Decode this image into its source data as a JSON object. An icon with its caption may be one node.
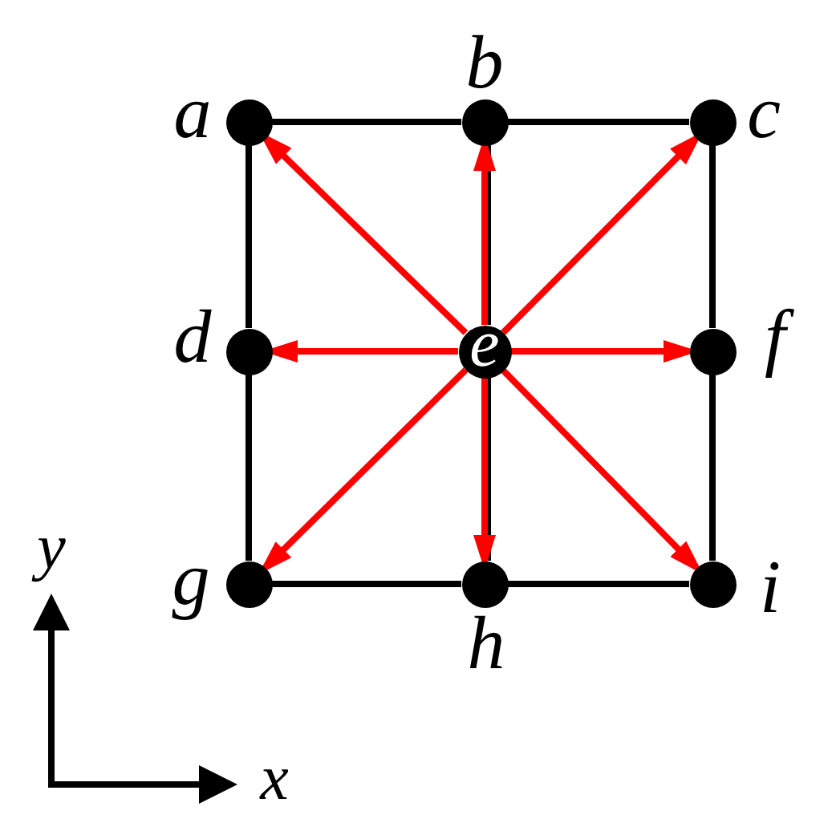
{
  "diagram": {
    "nodes": [
      {
        "text": [],
        "shape": "circle",
        "beside": [
          "a"
        ]
      },
      {
        "text": [],
        "shape": "circle",
        "beside": [
          "b"
        ]
      },
      {
        "text": [],
        "shape": "circle",
        "beside": [
          "c"
        ]
      },
      {
        "text": [],
        "shape": "circle",
        "beside": [
          "d"
        ]
      },
      {
        "text": [
          "e"
        ]
      },
      {
        "text": [],
        "shape": "circle",
        "beside": [
          "f"
        ]
      },
      {
        "text": [],
        "shape": "circle",
        "beside": [
          "g"
        ]
      },
      {
        "text": [],
        "shape": "circle",
        "beside": [
          "h"
        ]
      },
      {
        "text": [],
        "shape": "circle",
        "beside": [
          "i"
        ]
      }
    ],
    "edges": [
      {
        "from": 0,
        "to": 1,
        "arrow": "none"
      },
      {
        "from": 1,
        "to": 2,
        "arrow": "none"
      },
      {
        "from": 0,
        "to": 3,
        "arrow": "none"
      },
      {
        "from": 2,
        "to": 5,
        "arrow": "none"
      },
      {
        "from": 3,
        "to": 6,
        "arrow": "none"
      },
      {
        "from": 5,
        "to": 8,
        "arrow": "none"
      },
      {
        "from": 6,
        "to": 7,
        "arrow": "none"
      },
      {
        "from": 7,
        "to": 8,
        "arrow": "none"
      },
      {
        "from": 1,
        "to": 4,
        "arrow": "none"
      },
      {
        "from": 4,
        "to": 7,
        "arrow": "none"
      },
      {
        "from": 4,
        "to": 0,
        "arrow": "to",
        "color": "#ff0000"
      },
      {
        "from": 4,
        "to": 1,
        "arrow": "to",
        "color": "#ff0000"
      },
      {
        "from": 4,
        "to": 2,
        "arrow": "to",
        "color": "#ff0000"
      },
      {
        "from": 4,
        "to": 3,
        "arrow": "to",
        "color": "#ff0000"
      },
      {
        "from": 4,
        "to": 5,
        "arrow": "to",
        "color": "#ff0000"
      },
      {
        "from": 4,
        "to": 6,
        "arrow": "to",
        "color": "#ff0000"
      },
      {
        "from": 4,
        "to": 7,
        "arrow": "to",
        "color": "#ff0000"
      },
      {
        "from": 4,
        "to": 8,
        "arrow": "to",
        "color": "#ff0000"
      }
    ],
    "labels": [
      "y",
      "x"
    ]
  }
}
